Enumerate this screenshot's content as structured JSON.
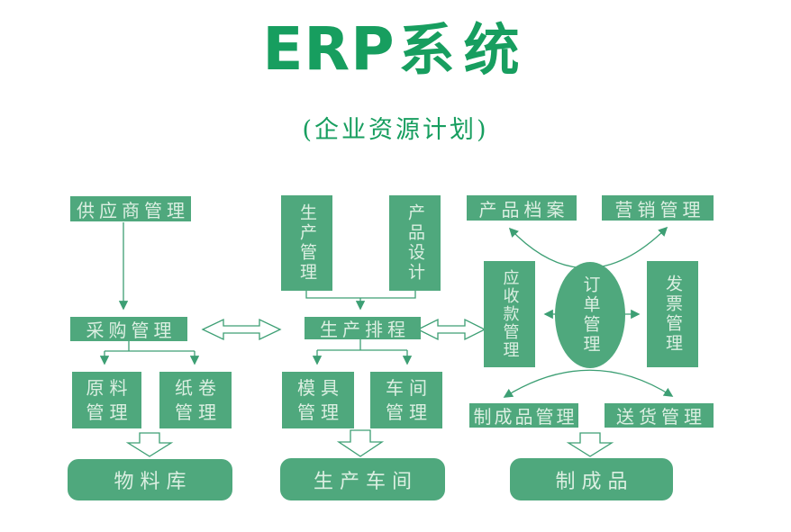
{
  "title": {
    "latin": "ERP",
    "cjk": "系统",
    "subtitle": "(企业资源计划)"
  },
  "colors": {
    "title_green": "#179e5f",
    "box_green": "#4fa87d",
    "box_text": "#dcefe2",
    "line_green": "#3d9f74",
    "background": "#ffffff"
  },
  "nodes": {
    "supplier_management": "供应商管理",
    "production_management": "生产管理",
    "product_design": "产品设计",
    "product_archive": "产品档案",
    "marketing_management": "营销管理",
    "purchasing_management": "采购管理",
    "production_scheduling": "生产排程",
    "accounts_receivable_management": "应收款管理",
    "order_management": "订单管理",
    "invoice_management": "发票管理",
    "raw_material_management": "原料\n管理",
    "paper_roll_management": "纸卷\n管理",
    "mold_management": "模具\n管理",
    "workshop_management": "车间\n管理",
    "finished_product_management": "制成品管理",
    "delivery_management": "送货管理",
    "material_warehouse": "物料库",
    "production_workshop": "生产车间",
    "finished_products": "制成品"
  }
}
